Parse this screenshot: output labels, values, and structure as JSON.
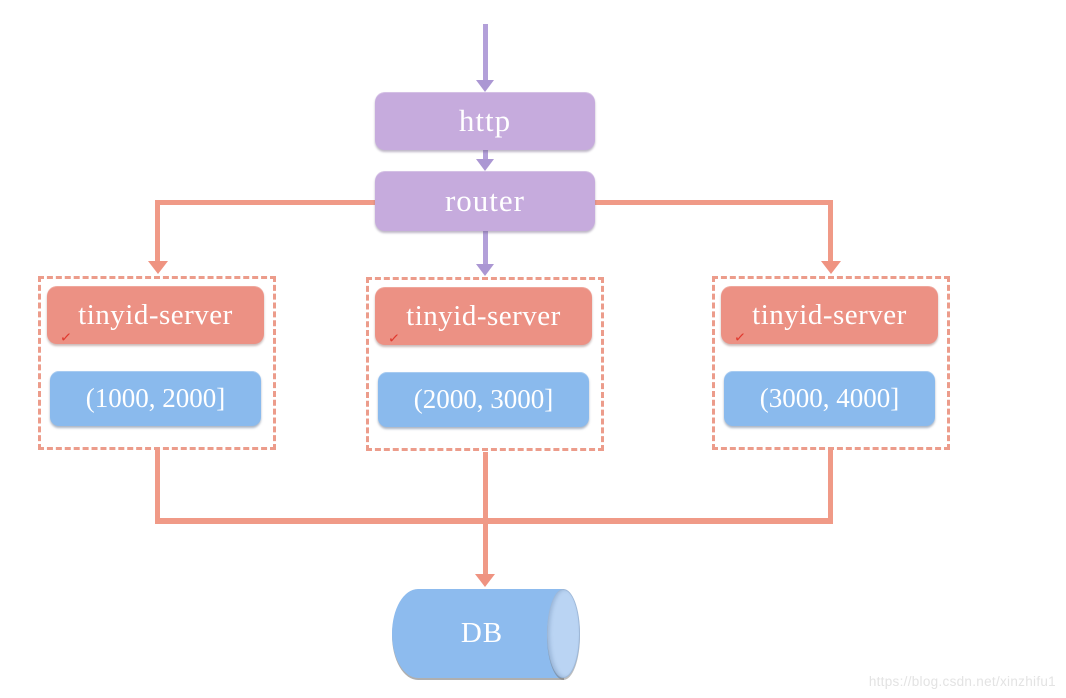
{
  "diagram": {
    "nodes": {
      "http": {
        "label": "http"
      },
      "router": {
        "label": "router"
      },
      "servers": [
        {
          "label": "tinyid-server",
          "range": "(1000, 2000]"
        },
        {
          "label": "tinyid-server",
          "range": "(2000, 3000]"
        },
        {
          "label": "tinyid-server",
          "range": "(3000, 4000]"
        }
      ],
      "db": {
        "label": "DB"
      }
    },
    "edges": [
      {
        "from": "client",
        "to": "http"
      },
      {
        "from": "http",
        "to": "router"
      },
      {
        "from": "router",
        "to": "tinyid-server-1"
      },
      {
        "from": "router",
        "to": "tinyid-server-2"
      },
      {
        "from": "router",
        "to": "tinyid-server-3"
      },
      {
        "from": "tinyid-servers",
        "to": "DB"
      }
    ],
    "icons": {
      "spellcheck_mark": "✓"
    },
    "colors": {
      "purple_fill": "#c6abdd",
      "purple_arrow": "#b3a0d9",
      "salmon_fill": "#ec9184",
      "salmon_line": "#f09a87",
      "dashed_border": "#ec9c8b",
      "blue_fill": "#8abaed",
      "db_fill": "#8dbbee",
      "db_cap_fill": "#bad4f3",
      "text": "#ffffff"
    }
  },
  "watermark": {
    "text": "https://blog.csdn.net/xinzhifu1"
  }
}
